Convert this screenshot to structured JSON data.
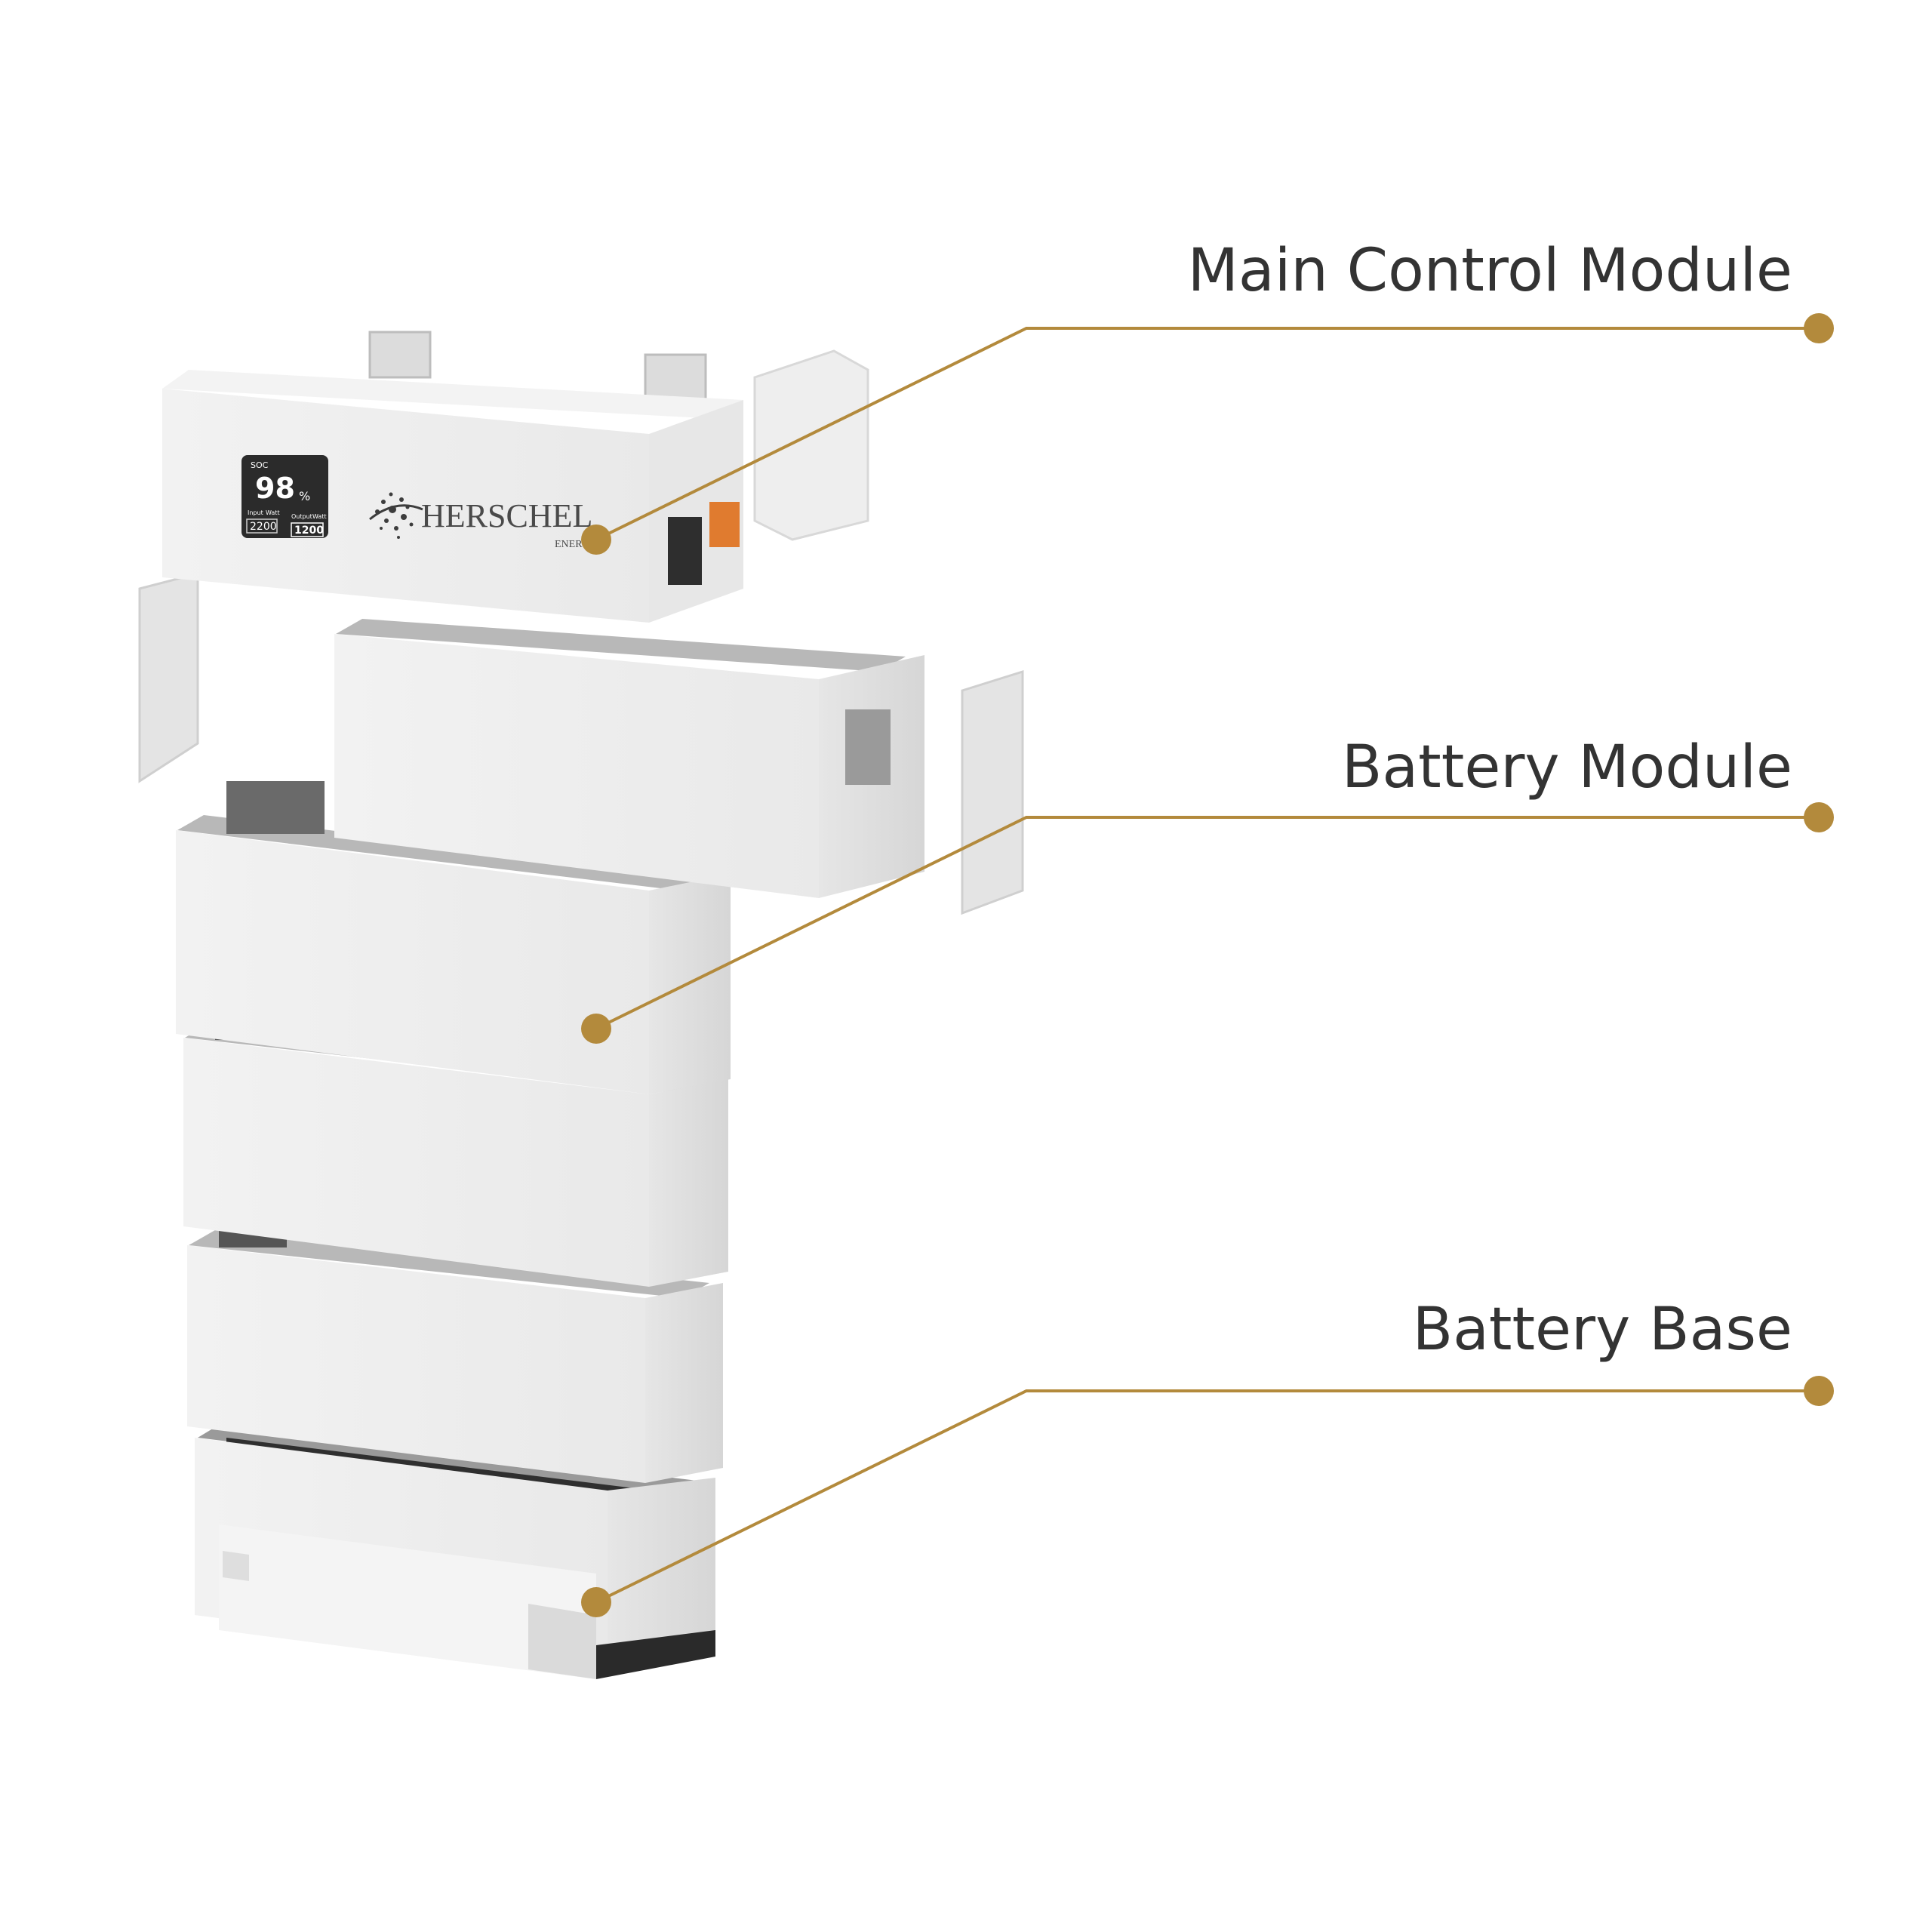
{
  "colors": {
    "accent": "#b38a3c",
    "label_text": "#333333",
    "module_face": "#efefef",
    "module_side": "#e2e2e2",
    "module_top": "#bcbcbc",
    "screen": "#2b2b2b"
  },
  "display": {
    "soc_label": "SOC",
    "soc_value": "98",
    "soc_unit": "%",
    "input_label": "Input",
    "input_sub": "Watt",
    "input_value": "2200",
    "output_label": "Output",
    "output_sub": "Watt",
    "output_value": "1200"
  },
  "brand": {
    "name": "HERSCHEL",
    "sub": "ENERGY"
  },
  "callouts": [
    {
      "id": "main-control",
      "label": "Main Control Module"
    },
    {
      "id": "battery-module",
      "label": "Battery Module"
    },
    {
      "id": "battery-base",
      "label": "Battery Base"
    }
  ]
}
